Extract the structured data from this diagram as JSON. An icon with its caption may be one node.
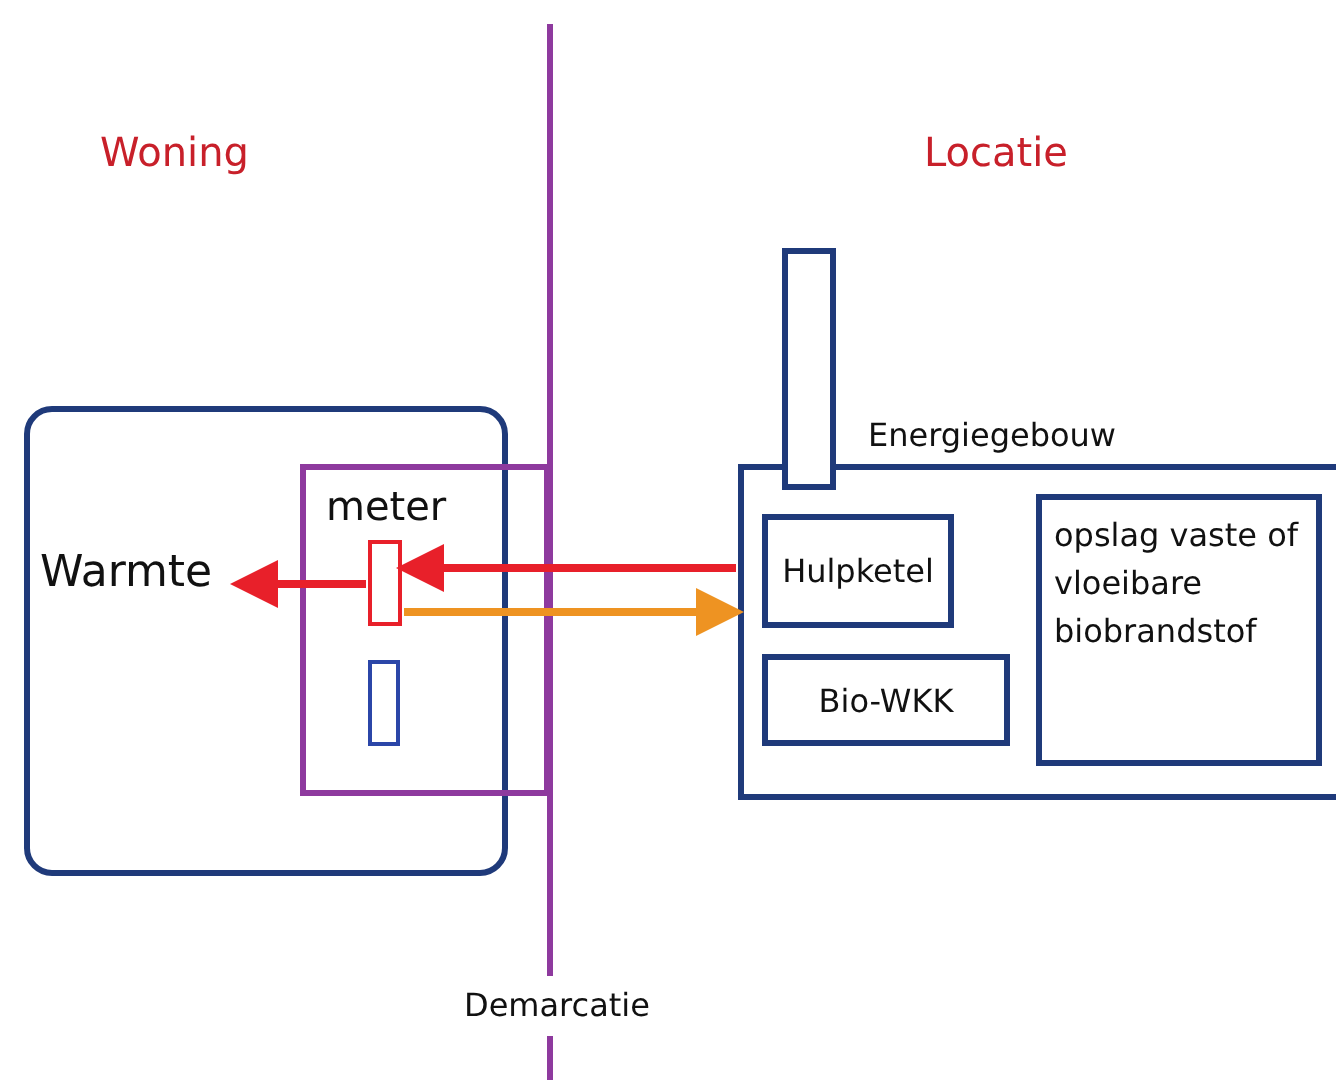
{
  "diagram": {
    "nodes": [
      {
        "text": [],
        "shape": "box"
      },
      {
        "text": [
          "meter"
        ]
      },
      {
        "text": [
          "Warmte"
        ],
        "in": 0
      },
      {
        "text": [],
        "shape": "box",
        "in": 1
      },
      {
        "text": [],
        "shape": "box",
        "in": 1
      },
      {
        "text": [
          "Energiegebouw"
        ]
      },
      {
        "text": [],
        "shape": "box"
      },
      {
        "text": [
          "Hulpketel"
        ],
        "in": 5
      },
      {
        "text": [
          "Bio-WKK"
        ],
        "in": 5
      },
      {
        "text": [
          "opslag vaste of vloeibare biobrandstof"
        ],
        "in": 5
      }
    ],
    "edges": [
      {
        "from": 5,
        "to": 3,
        "arrow": "to"
      },
      {
        "from": 3,
        "to": 2,
        "arrow": "to"
      },
      {
        "from": 3,
        "to": 5,
        "arrow": "to",
        "color": "#ee9322"
      }
    ],
    "labels": [
      "Woning",
      "Locatie",
      "Demarcatie"
    ]
  }
}
